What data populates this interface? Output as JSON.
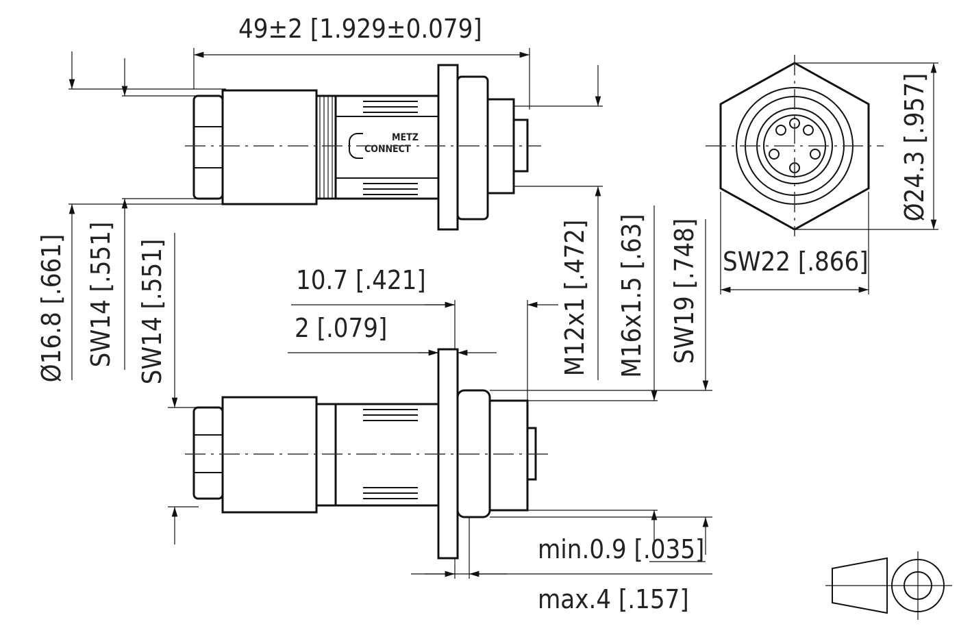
{
  "drawing": {
    "logo": {
      "line1": "METZ",
      "line2": "CONNECT"
    },
    "dimensions": {
      "overall_length": "49±2 [1.929±0.079]",
      "diameter_body": "Ø16.8 [.661]",
      "sw14_top": "SW14 [.551]",
      "sw14_bottom": "SW14 [.551]",
      "length_10_7": "10.7 [.421]",
      "flange_2": "2 [.079]",
      "thread_m12": "M12x1 [.472]",
      "thread_m16": "M16x1.5 [.63]",
      "sw19": "SW19 [.748]",
      "diameter_flange": "Ø24.3 [.957]",
      "sw22": "SW22 [.866]",
      "min_panel": "min.0.9 [.035]",
      "max_panel": "max.4 [.157]"
    }
  }
}
